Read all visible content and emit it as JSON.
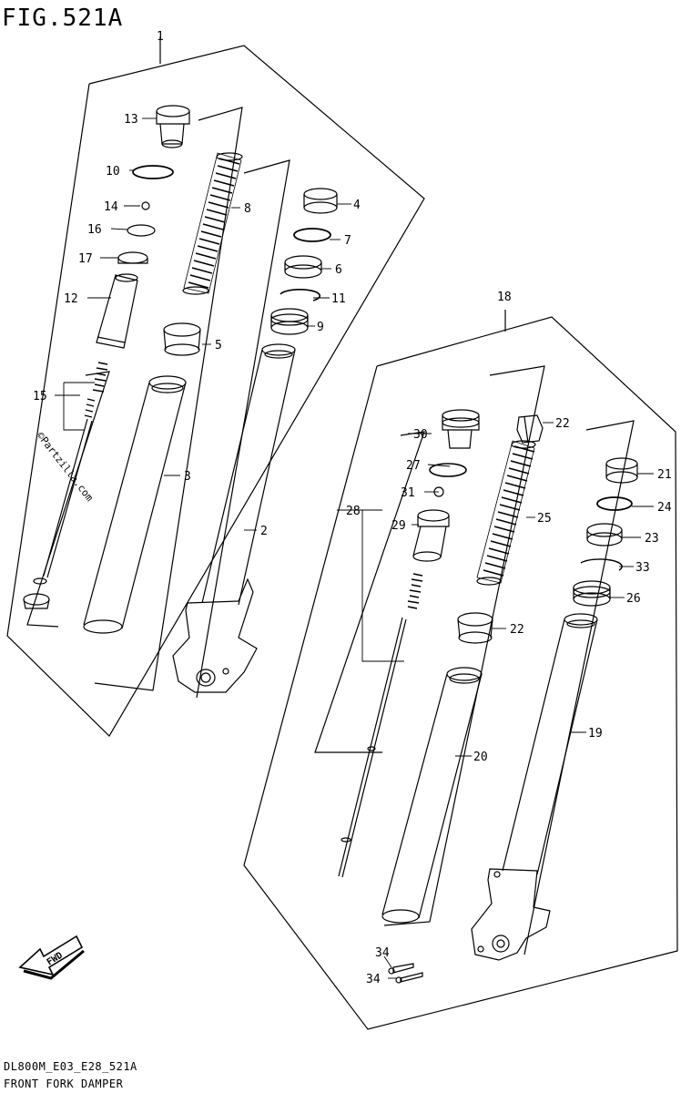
{
  "figure": "FIG.521A",
  "footer": {
    "code": "DL800M_E03_E28_521A",
    "title": "FRONT FORK DAMPER"
  },
  "watermark": "©Partzilla.com",
  "direction": "FWD",
  "callouts": {
    "c1": "1",
    "c2": "2",
    "c3": "3",
    "c4": "4",
    "c5": "5",
    "c6": "6",
    "c7": "7",
    "c8": "8",
    "c9": "9",
    "c10": "10",
    "c11": "11",
    "c12": "12",
    "c13": "13",
    "c14": "14",
    "c15": "15",
    "c16": "16",
    "c17": "17",
    "c18": "18",
    "c19": "19",
    "c20": "20",
    "c21": "21",
    "c22a": "22",
    "c22b": "22",
    "c23": "23",
    "c24": "24",
    "c25": "25",
    "c26": "26",
    "c27": "27",
    "c28": "28",
    "c29": "29",
    "c30": "30",
    "c31": "31",
    "c33": "33",
    "c34a": "34",
    "c34b": "34"
  }
}
